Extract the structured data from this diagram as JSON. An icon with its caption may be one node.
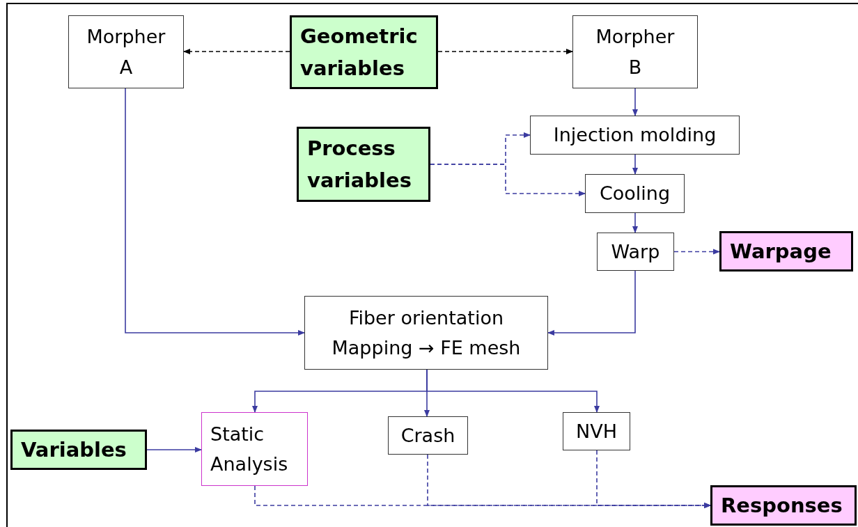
{
  "diagram": {
    "nodes": [
      {
        "text": [
          "Morpher A"
        ]
      },
      {
        "text": [
          "Geometric variables"
        ]
      },
      {
        "text": [
          "Morpher B"
        ]
      },
      {
        "text": [
          "Process variables"
        ]
      },
      {
        "text": [
          "Injection molding"
        ]
      },
      {
        "text": [
          "Cooling"
        ]
      },
      {
        "text": [
          "Warp"
        ]
      },
      {
        "text": [
          "Warpage"
        ]
      },
      {
        "text": [
          "Fiber orientation",
          "Mapping → FE mesh"
        ]
      },
      {
        "text": [
          "Variables"
        ]
      },
      {
        "text": [
          "Static Analysis"
        ]
      },
      {
        "text": [
          "Crash"
        ]
      },
      {
        "text": [
          "NVH"
        ]
      },
      {
        "text": [
          "Responses"
        ]
      }
    ],
    "edges": [
      {
        "from": 1,
        "to": 0,
        "arrow": "to",
        "style": "dashed",
        "color": "#000000"
      },
      {
        "from": 1,
        "to": 2,
        "arrow": "to",
        "style": "dashed",
        "color": "#000000"
      },
      {
        "from": 2,
        "to": 4,
        "arrow": "to"
      },
      {
        "from": 3,
        "to": 4,
        "arrow": "to",
        "style": "dashed"
      },
      {
        "from": 3,
        "to": 5,
        "arrow": "to",
        "style": "dashed"
      },
      {
        "from": 4,
        "to": 5,
        "arrow": "to"
      },
      {
        "from": 5,
        "to": 6,
        "arrow": "to"
      },
      {
        "from": 6,
        "to": 7,
        "arrow": "to",
        "style": "dashed"
      },
      {
        "from": 0,
        "to": 8,
        "arrow": "to"
      },
      {
        "from": 6,
        "to": 8,
        "arrow": "to"
      },
      {
        "from": 8,
        "to": 10,
        "arrow": "to"
      },
      {
        "from": 8,
        "to": 11,
        "arrow": "to"
      },
      {
        "from": 8,
        "to": 12,
        "arrow": "to"
      },
      {
        "from": 9,
        "to": 10,
        "arrow": "to"
      },
      {
        "from": 10,
        "to": 13,
        "arrow": "to",
        "style": "dashed"
      },
      {
        "from": 11,
        "to": 13,
        "arrow": "to",
        "style": "dashed"
      },
      {
        "from": 12,
        "to": 13,
        "arrow": "to",
        "style": "dashed"
      }
    ]
  }
}
